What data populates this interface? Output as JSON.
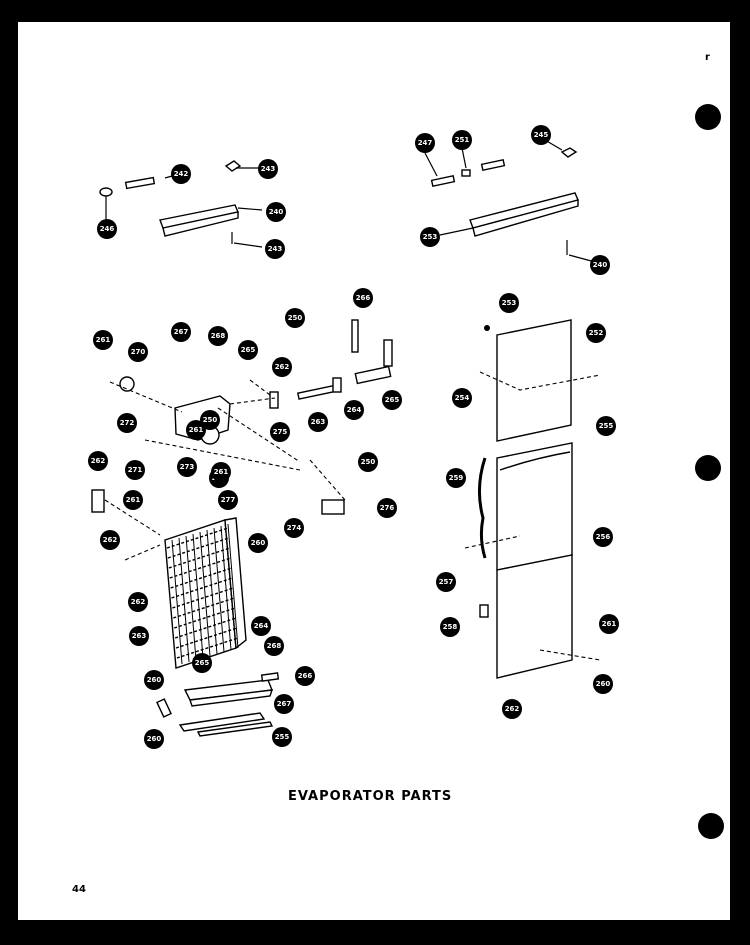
{
  "title": "EVAPORATOR PARTS",
  "page_number": "44",
  "corner_mark": "r",
  "callouts": [
    "242",
    "243",
    "240",
    "246",
    "243",
    "247",
    "251",
    "245",
    "253",
    "240",
    "250",
    "266",
    "261",
    "267",
    "268",
    "265",
    "262",
    "263",
    "264",
    "265",
    "253",
    "252",
    "254",
    "255",
    "270",
    "272",
    "271",
    "273",
    "274",
    "275",
    "277",
    "274",
    "276",
    "250",
    "259",
    "256",
    "257",
    "258",
    "261",
    "262",
    "262",
    "262",
    "263",
    "264",
    "260",
    "265",
    "268",
    "260",
    "266",
    "267",
    "260",
    "255",
    "261",
    "262",
    "260",
    "261",
    "250",
    "261"
  ]
}
